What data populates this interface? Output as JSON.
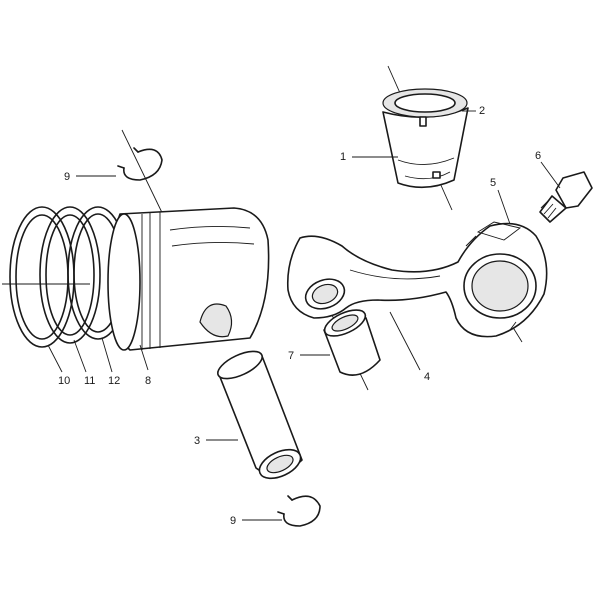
{
  "callouts": {
    "c1": "1",
    "c2": "2",
    "c3": "3",
    "c4": "4",
    "c5": "5",
    "c6": "6",
    "c7": "7",
    "c8": "8",
    "c9_top": "9",
    "c9_bottom": "9",
    "c10": "10",
    "c11": "11",
    "c12": "12"
  }
}
